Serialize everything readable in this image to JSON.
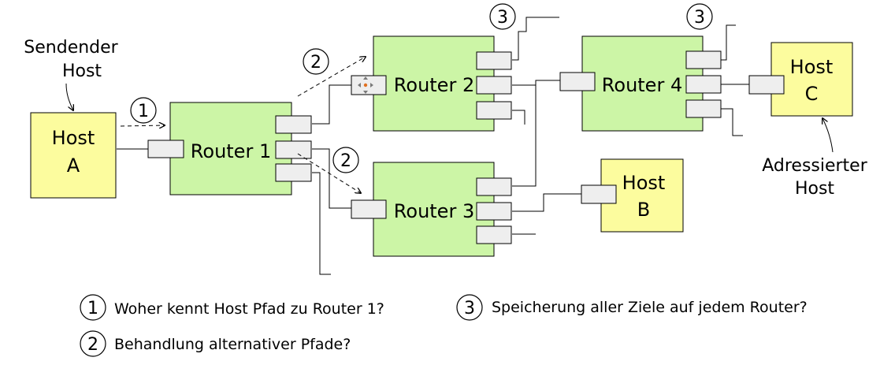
{
  "nodes": {
    "host_a": {
      "line1": "Host",
      "line2": "A"
    },
    "host_b": {
      "line1": "Host",
      "line2": "B"
    },
    "host_c": {
      "line1": "Host",
      "line2": "C"
    },
    "router1": {
      "label": "Router 1"
    },
    "router2": {
      "label": "Router 2"
    },
    "router3": {
      "label": "Router 3"
    },
    "router4": {
      "label": "Router 4"
    }
  },
  "annotations": {
    "sender": {
      "line1": "Sendender",
      "line2": "Host"
    },
    "target": {
      "line1": "Adressierter",
      "line2": "Host"
    }
  },
  "markers": {
    "one": "1",
    "two": "2",
    "three": "3"
  },
  "legend": {
    "item1": "Woher kennt Host Pfad zu Router 1?",
    "item2": "Behandlung alternativer Pfade?",
    "item3": "Speicherung aller Ziele auf jedem Router?"
  },
  "colors": {
    "router_fill": "#ccf5a6",
    "host_fill": "#fcfc9e",
    "port_fill": "#eeeeee"
  }
}
